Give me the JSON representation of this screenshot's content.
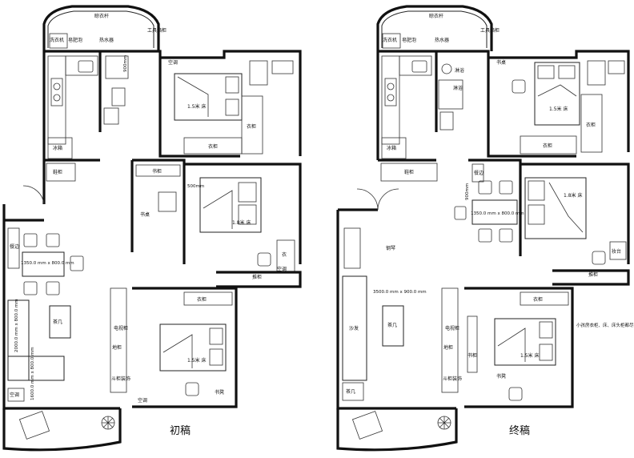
{
  "captions": {
    "left": "初稿",
    "right": "终稿"
  },
  "left": {
    "yiyigan": "晾衣杆",
    "gongjuxiang": "工具箱柜",
    "xiyiji": "洗衣机",
    "zaobaji": "皂肥泡",
    "reshuiqi": "热水器",
    "kongtiao1": "空调",
    "bed1": "1.5米 床",
    "yigui1": "衣柜",
    "yigui2": "衣柜",
    "bingxiang": "冰箱",
    "xiegui": "鞋柜",
    "shugui": "书柜",
    "shuzhuo": "书桌",
    "dim500": "500mm",
    "bed2": "1.8米 床",
    "dim900": "900mm",
    "canbian": "餐边",
    "table": "1350.0 mm x 800.0 mm",
    "chaji": "茶几",
    "sofa_dim": "2000.0 mm x 800.0 mm",
    "sofa_dim2": "1600.0 mm x 800.0 mm",
    "kongtiao2": "空调",
    "dianshigui": "电视柜",
    "diguei": "地柜",
    "dougui": "斗柜装饰",
    "kongtiao3": "空调",
    "yigui3": "衣柜",
    "bed3": "1.5米 床",
    "shudeng": "书凳",
    "tui": "推柜",
    "kongtiao4": "空调",
    "yidong": "衣"
  },
  "right": {
    "yiyigan": "晾衣杆",
    "gongjuxiang": "工具箱柜",
    "xiyiji": "洗衣机",
    "zaobaji": "皂肥泡",
    "reshuiqi": "热水器",
    "xiuyu": "淋浴",
    "shuzhuo": "书桌",
    "bed1": "1.5米 床",
    "yigui1": "衣柜",
    "yigui2": "衣柜",
    "bingxiang": "冰箱",
    "xiegui": "鞋柜",
    "canbian": "餐边",
    "dim900": "900mm",
    "bed2": "1.8米 床",
    "table": "1350.0 mm x 800.0 mm",
    "gangqin": "钢琴",
    "sofa_dim": "3500.0 mm x 900.0 mm",
    "shafa": "沙发",
    "chaji": "茶几",
    "chaji2": "茶几",
    "dianshigui": "电视柜",
    "diguei": "地柜",
    "dougui": "斗柜装饰",
    "shugui": "书柜",
    "yigui3": "衣柜",
    "bed3": "1.5米 床",
    "shudeng": "书凳",
    "tui": "推柜",
    "fangtai": "妆台",
    "note": "小孩房衣柜、床、床头柜都尽量选窄点的"
  }
}
